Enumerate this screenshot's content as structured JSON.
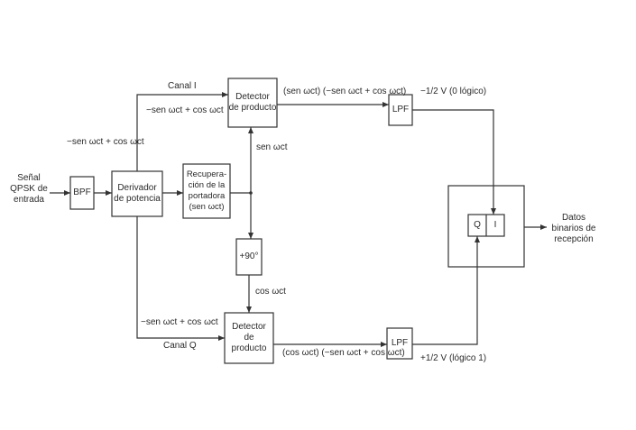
{
  "colors": {
    "stroke": "#333333",
    "text": "#2a2a2a",
    "background": "#ffffff"
  },
  "input": {
    "line1": "Señal",
    "line2": "QPSK de",
    "line3": "entrada"
  },
  "blocks": {
    "bpf": "BPF",
    "derivador": {
      "line1": "Derivador",
      "line2": "de potencia"
    },
    "recuperacion": {
      "line1": "Recupera-",
      "line2": "ción de la",
      "line3": "portadora",
      "line4": "(sen ωct)"
    },
    "detector_top": {
      "line1": "Detector",
      "line2": "de producto"
    },
    "phase_shift": "+90°",
    "detector_bottom": {
      "line1": "Detector",
      "line2": "de",
      "line3": "producto"
    },
    "lpf_top": "LPF",
    "lpf_bottom": "LPF",
    "q": "Q",
    "i": "I"
  },
  "labels": {
    "canal_i": "Canal I",
    "canal_q": "Canal Q",
    "top_signal": "−sen ωct + cos ωct",
    "input_signal": "−sen ωct + cos ωct",
    "bottom_signal": "−sen ωct + cos ωct",
    "sen_carrier": "sen ωct",
    "cos_carrier": "cos ωct",
    "product_top": "(sen ωct) (−sen ωct + cos ωct)",
    "product_bottom": "(cos ωct) (−sen ωct + cos ωct)",
    "out_top": "−1/2 V (0 lógico)",
    "out_bottom": "+1/2 V (lógico 1)",
    "output": {
      "line1": "Datos",
      "line2": "binarios de",
      "line3": "recepción"
    }
  }
}
